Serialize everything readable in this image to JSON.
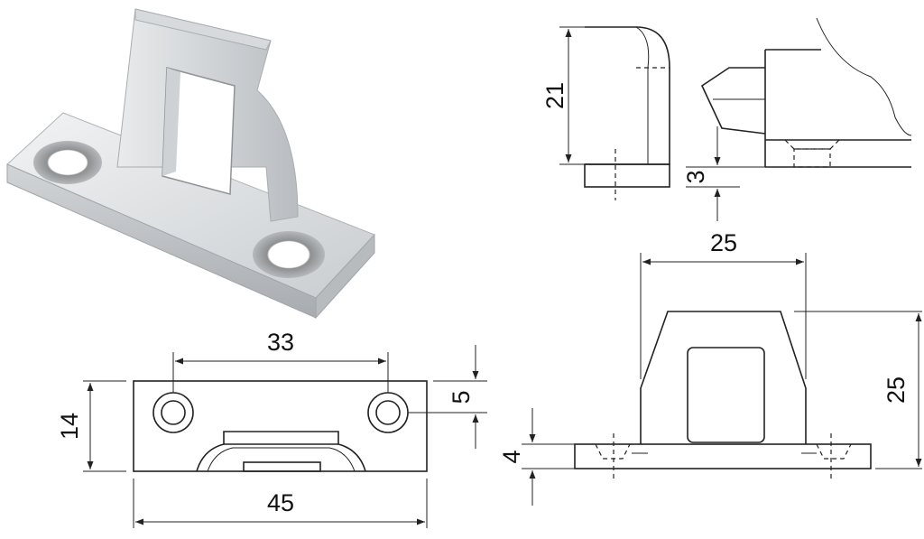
{
  "dimensions": {
    "top_view_hole_spacing": "33",
    "top_view_length": "45",
    "top_view_width": "14",
    "top_view_hole_offset": "5",
    "side_view_height": "21",
    "side_view_offset": "3",
    "front_view_width": "25",
    "front_view_height": "25",
    "front_view_base": "4"
  },
  "colors": {
    "background": "#ffffff",
    "line": "#222222",
    "metal_light": "#e6e8ea",
    "metal_mid": "#c5c9cc",
    "metal_dark": "#9ea3a7"
  }
}
